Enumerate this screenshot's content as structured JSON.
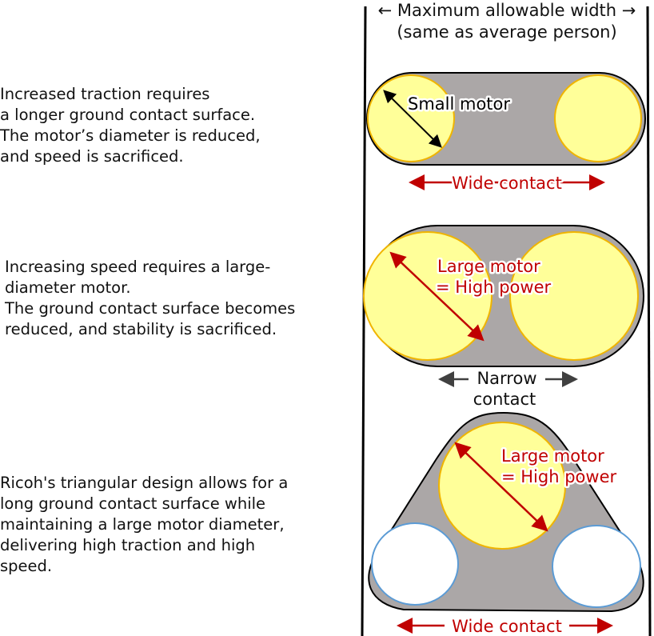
{
  "header": {
    "line1": "← Maximum allowable width →",
    "line2": "(same as average person)"
  },
  "descriptions": [
    {
      "lines": [
        "Increased traction requires",
        "a longer ground contact surface.",
        "The motor’s diameter is reduced,",
        "and speed is sacrificed."
      ]
    },
    {
      "lines": [
        "Increasing speed requires a large-",
        "diameter motor.",
        "The ground contact surface becomes",
        "reduced, and stability is sacrificed."
      ]
    },
    {
      "lines": [
        "Ricoh's triangular design allows for a",
        "long ground contact surface while",
        "maintaining a large motor diameter,",
        "delivering high traction and high",
        "speed."
      ]
    }
  ],
  "diagrams": [
    {
      "motor_label": [
        "Small motor"
      ],
      "contact_label": [
        "Wide contact"
      ]
    },
    {
      "motor_label": [
        "Large motor",
        "= High power"
      ],
      "contact_label": [
        "Narrow",
        "contact"
      ]
    },
    {
      "motor_label": [
        "Large motor",
        "= High power"
      ],
      "contact_label": [
        "Wide contact"
      ]
    }
  ],
  "colors": {
    "body": "#aba7a7",
    "motor_fill": "#ffff99",
    "motor_stroke": "#f0b400",
    "wheel_stroke": "#5b9bd5",
    "accent_red": "#c00000"
  }
}
